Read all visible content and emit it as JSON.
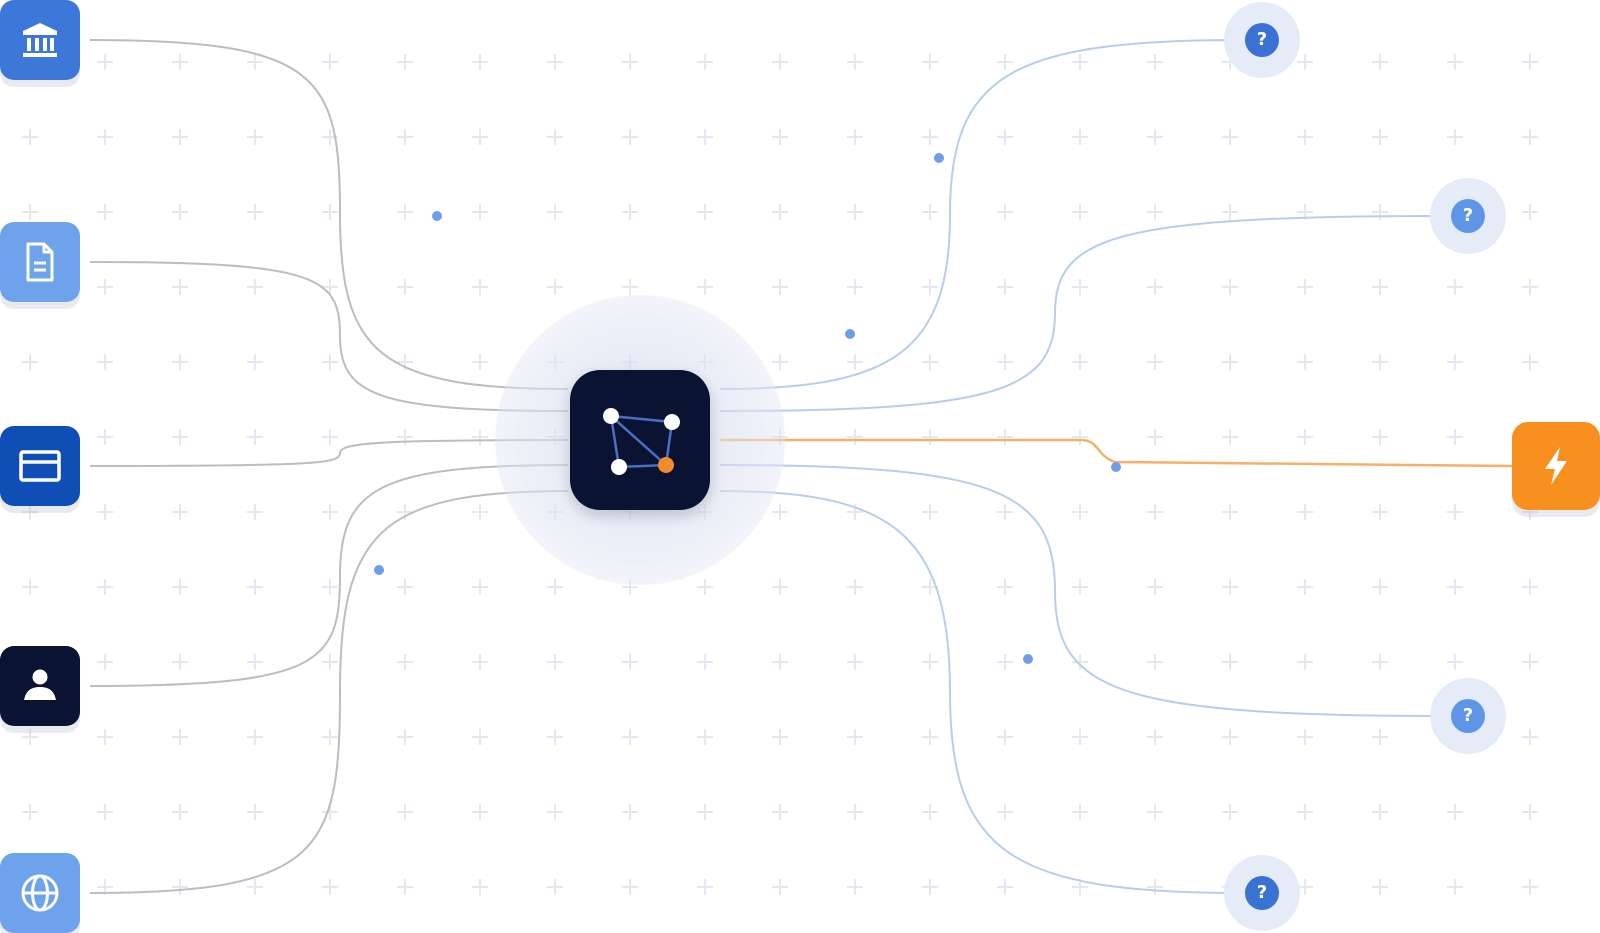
{
  "colors": {
    "grid_plus": "#e4e7ef",
    "hub_bg": "#0b1333",
    "source_line": "#bdbdbd",
    "target_line": "#b7cdee",
    "accent_line": "#f6b066",
    "dot": "#6f9ee8",
    "question_bg": "#e6ecf7"
  },
  "hub": {
    "icon": "network-graph-icon",
    "node_color": "#ffffff",
    "edge_color": "#4a6fc4",
    "accent_node_color": "#f28c28"
  },
  "sources": [
    {
      "id": "bank",
      "icon": "bank-icon",
      "bg": "#3d78d8"
    },
    {
      "id": "document",
      "icon": "document-icon",
      "bg": "#6ea2ea"
    },
    {
      "id": "card",
      "icon": "credit-card-icon",
      "bg": "#0f4fb5"
    },
    {
      "id": "person",
      "icon": "person-icon",
      "bg": "#0b1333"
    },
    {
      "id": "globe",
      "icon": "globe-icon",
      "bg": "#6ea2ea"
    }
  ],
  "targets": [
    {
      "id": "q1",
      "icon": "question-icon",
      "label": "?",
      "bg": "#3a72d3"
    },
    {
      "id": "q2",
      "icon": "question-icon",
      "label": "?",
      "bg": "#5f95e6"
    },
    {
      "id": "bolt",
      "icon": "lightning-bolt-icon",
      "bg": "#f7901e"
    },
    {
      "id": "q3",
      "icon": "question-icon",
      "label": "?",
      "bg": "#5f95e6"
    },
    {
      "id": "q4",
      "icon": "question-icon",
      "label": "?",
      "bg": "#3a72d3"
    }
  ]
}
